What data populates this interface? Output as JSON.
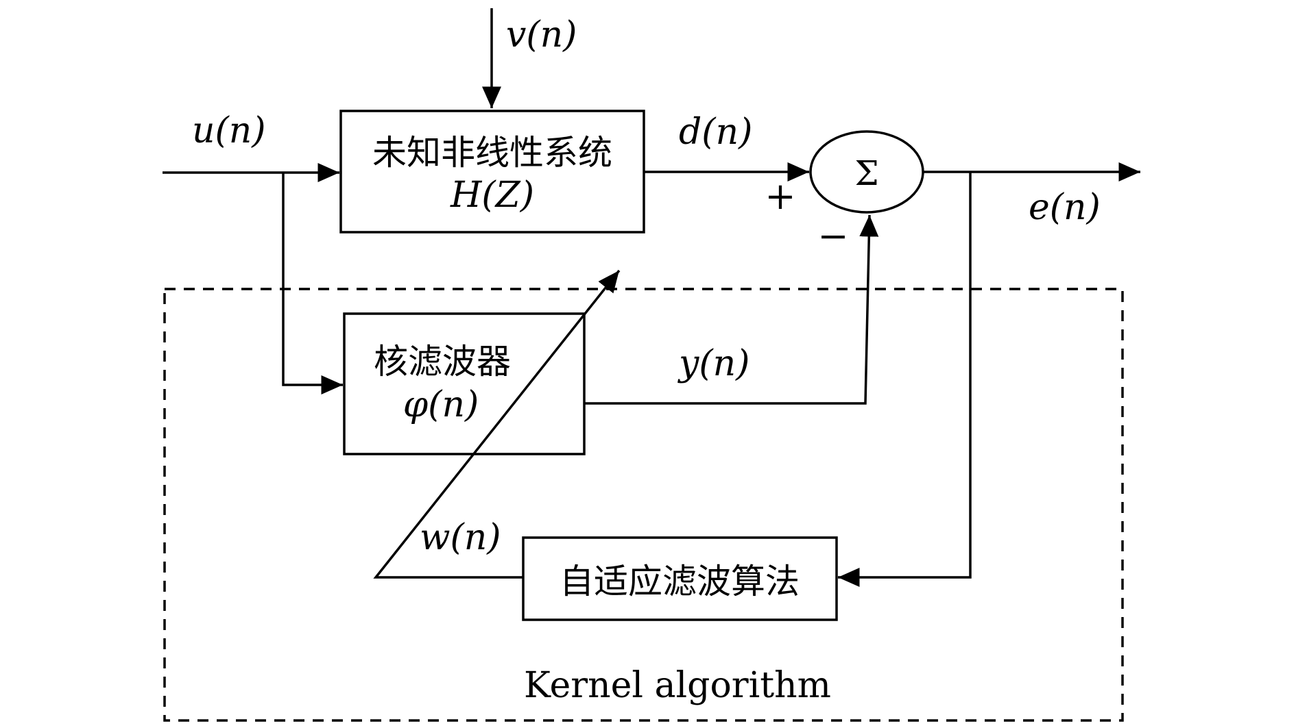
{
  "signals": {
    "u": "u(n)",
    "v": "v(n)",
    "d": "d(n)",
    "e": "e(n)",
    "y": "y(n)",
    "w": "w(n)"
  },
  "blocks": {
    "unknown_system": {
      "title": "未知非线性系统",
      "sub": "H(Z)"
    },
    "kernel_filter": {
      "title": "核滤波器",
      "sub": "φ(n)"
    },
    "adaptive_algorithm": {
      "title": "自适应滤波算法"
    }
  },
  "summing_junction": {
    "symbol": "Σ",
    "plus": "+",
    "minus": "−"
  },
  "region": {
    "label": "Kernel algorithm"
  }
}
